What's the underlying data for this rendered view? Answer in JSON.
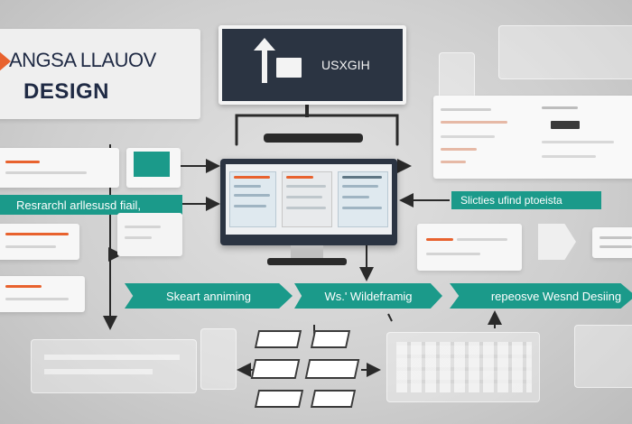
{
  "logo": {
    "line1": "ANGSA LLAUOV",
    "line2": "DESIGN"
  },
  "top_monitor": {
    "label": "USXGIH"
  },
  "banners": {
    "research": "Resrarchl arllesusd fiail,",
    "studies": "Slicties ufind ptoeista"
  },
  "stages": [
    {
      "label": "Skeart anniming"
    },
    {
      "label": "Ws.' Wildeframig"
    },
    {
      "label": "repeosve Wesnd Desiing"
    }
  ],
  "colors": {
    "teal": "#1b9a8a",
    "dark": "#1f2a44",
    "accent": "#e8622e",
    "arrow": "#2a2a2a"
  }
}
